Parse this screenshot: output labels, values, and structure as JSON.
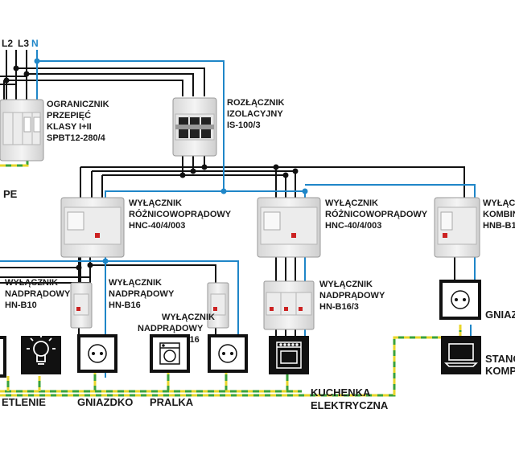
{
  "phases": {
    "l2": "L2",
    "l3": "L3",
    "n": "N",
    "pe": "PE"
  },
  "devices": {
    "surge": [
      "OGRANICZNIK",
      "PRZEPIĘĆ",
      "KLASY I+II",
      "SPBT12-280/4"
    ],
    "isolator": [
      "ROZŁĄCZNIK",
      "IZOLACYJNY",
      "IS-100/3"
    ],
    "rcd1": [
      "WYŁĄCZNIK",
      "RÓŻNICOWOPRĄDOWY",
      "HNC-40/4/003"
    ],
    "rcd2": [
      "WYŁĄCZNIK",
      "RÓŻNICOWOPRĄDOWY",
      "HNC-40/4/003"
    ],
    "combo": [
      "WYŁĄCZ",
      "KOMBIN",
      "HNB-B1"
    ],
    "mcb1": [
      "WYŁĄCZNIK",
      "NADPRĄDOWY",
      "HN-B10"
    ],
    "mcb2": [
      "WYŁĄCZNIK",
      "NADPRĄDOWY",
      "HN-B16"
    ],
    "mcb3": [
      "WYŁĄCZNIK",
      "NADPRĄDOWY",
      "HN-B16"
    ],
    "mcb4": [
      "WYŁĄCZNIK",
      "NADPRĄDOWY",
      "HN-B16/3"
    ]
  },
  "loads": {
    "light": "ETLENIE",
    "socket": "GNIAZDKO",
    "washer": "PRALKA",
    "cooker": [
      "KUCHENKA",
      "ELEKTRYCZNA"
    ],
    "socket_right": "GNIAZ",
    "computer": [
      "STANO",
      "KOMPU"
    ]
  },
  "colors": {
    "phase": "#111111",
    "neutral": "#1f86c8",
    "pe_green": "#3aa23a",
    "pe_yellow": "#e8d62a"
  },
  "icons": [
    "lightbulb-icon",
    "socket-icon",
    "washing-machine-icon",
    "cooker-icon",
    "laptop-icon"
  ]
}
